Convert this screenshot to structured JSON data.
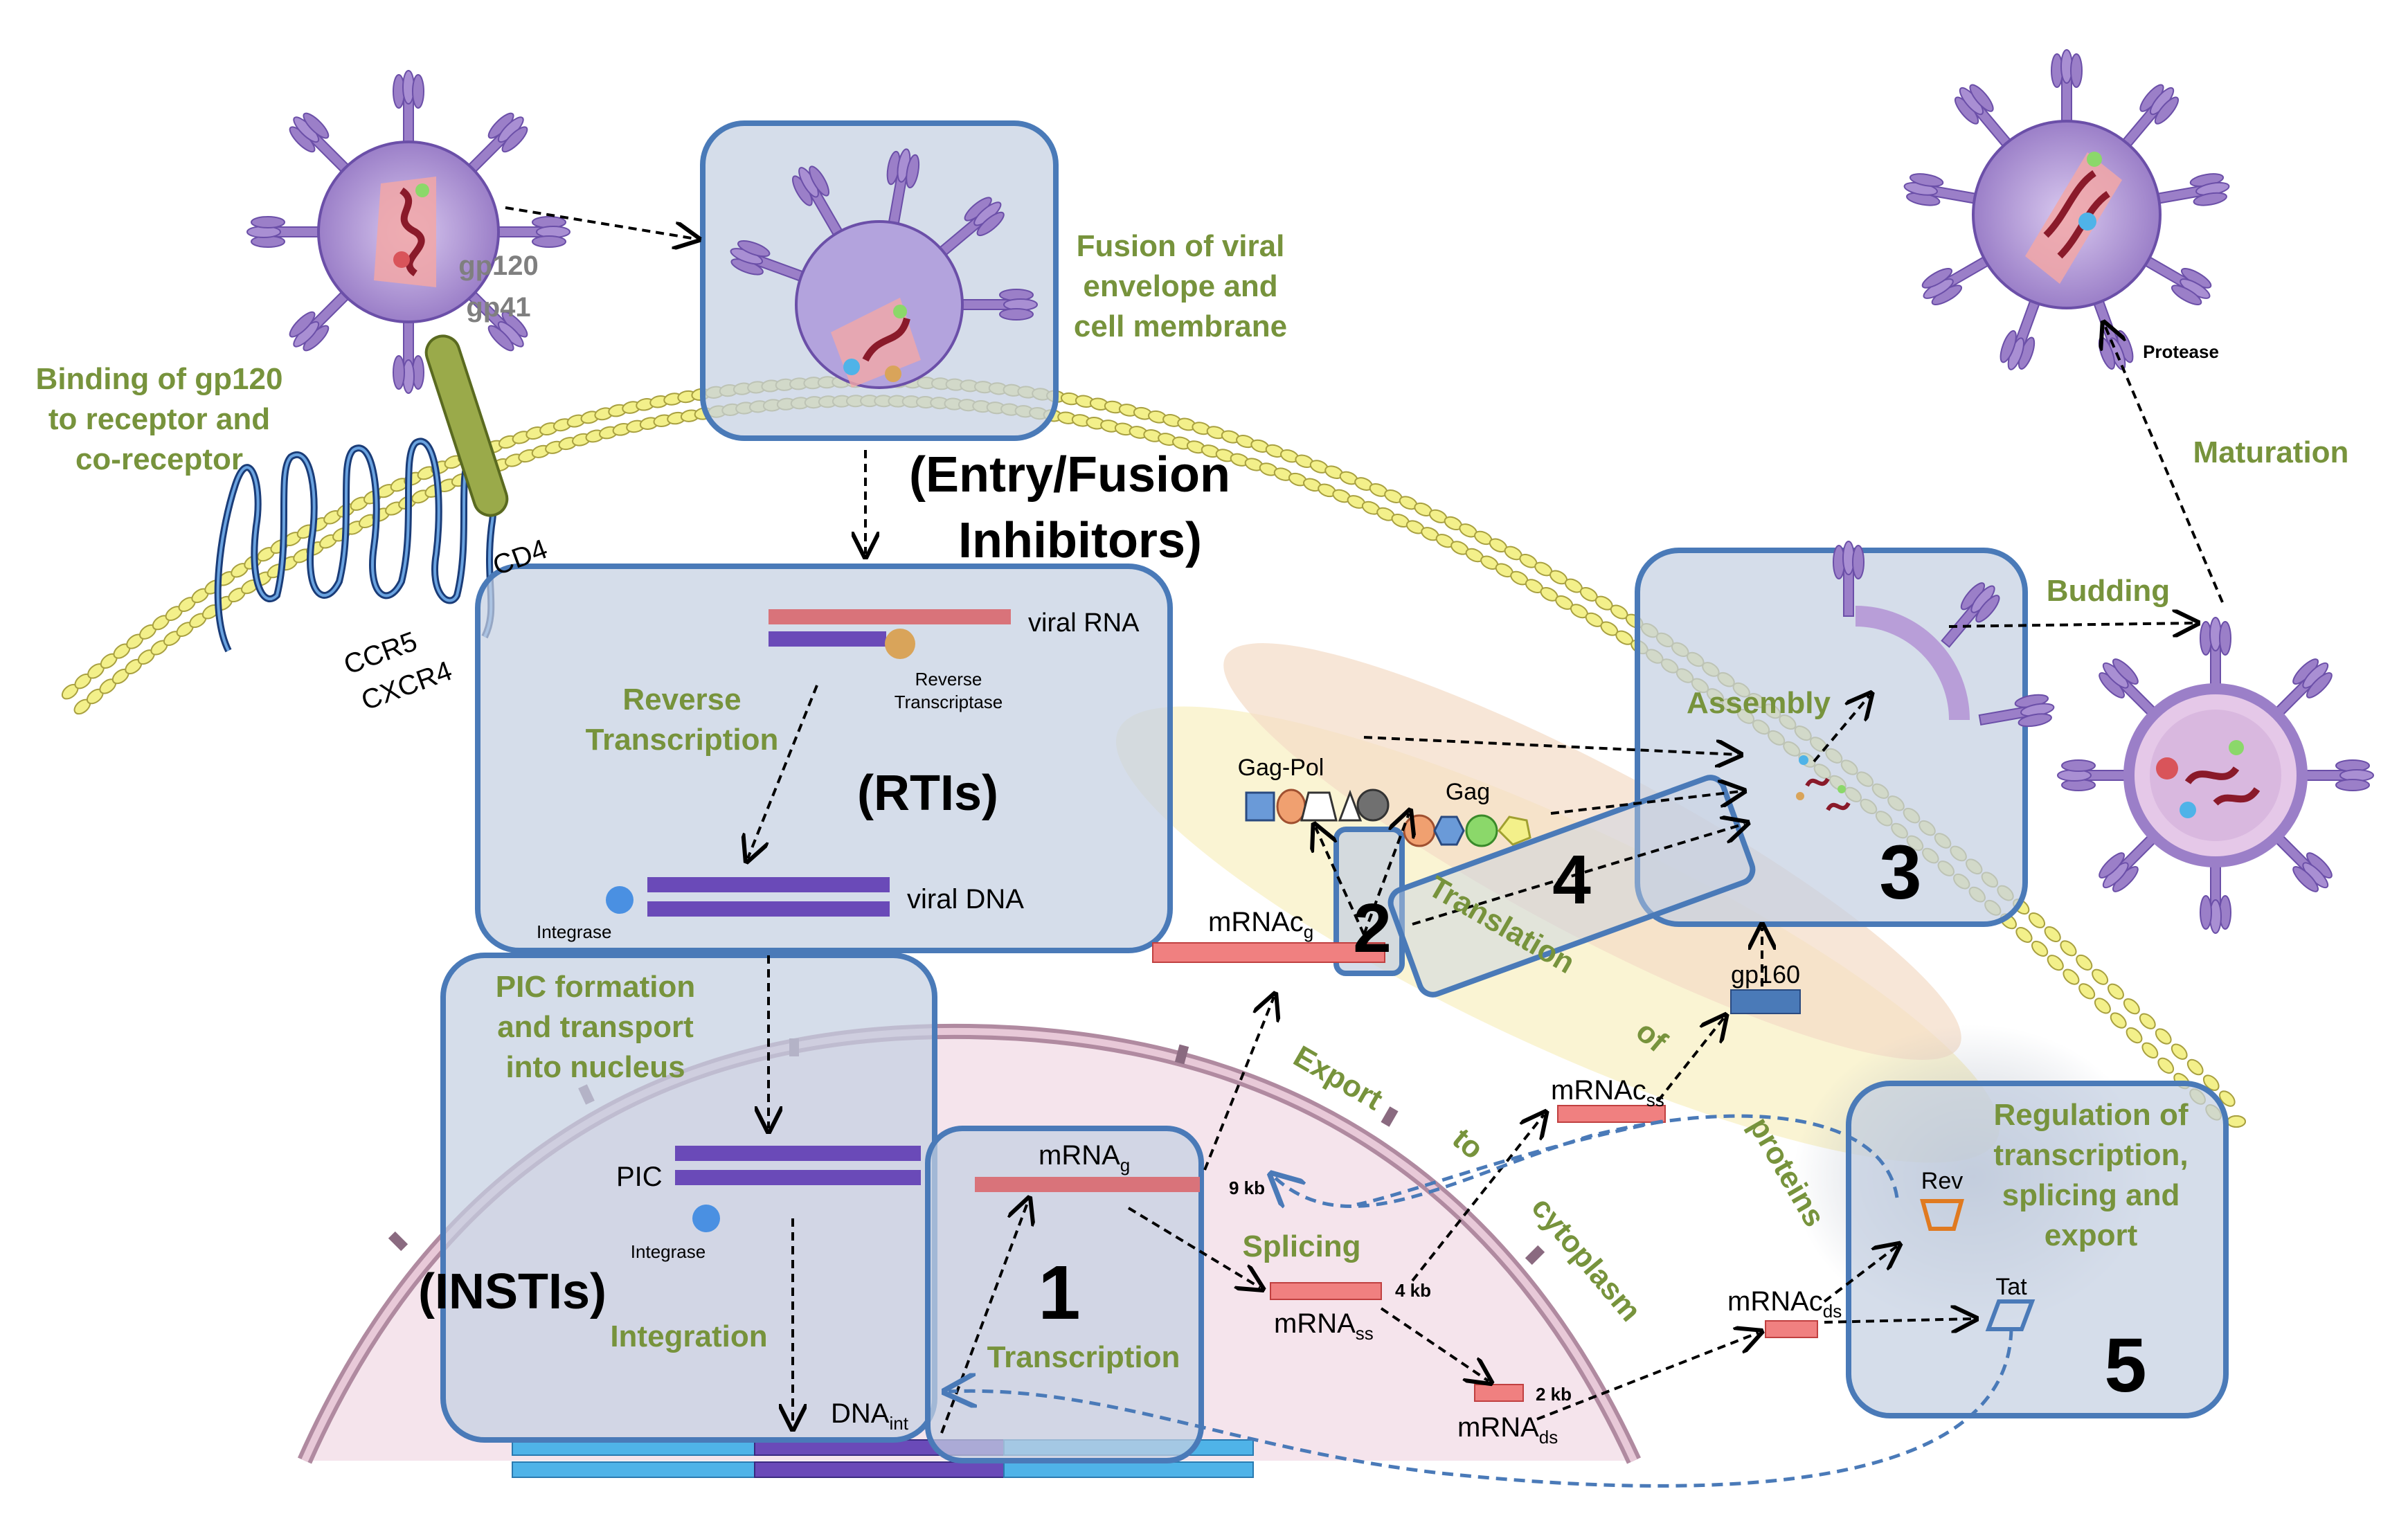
{
  "labels": {
    "gp120": "gp120",
    "gp41": "gp41",
    "binding": [
      "Binding of gp120",
      "to receptor and",
      "co-receptor"
    ],
    "cd4": "CD4",
    "ccr5": "CCR5",
    "cxcr4": "CXCR4",
    "fusion": [
      "Fusion of viral",
      "envelope and",
      "cell membrane"
    ],
    "entry_inhib": [
      "(Entry/Fusion",
      "Inhibitors)"
    ],
    "viral_rna": "viral RNA",
    "reverse_transcriptase": [
      "Reverse",
      "Transcriptase"
    ],
    "reverse_transcription": [
      "Reverse",
      "Transcription"
    ],
    "rtis": "(RTIs)",
    "integrase_1": "Integrase",
    "viral_dna": "viral DNA",
    "pic_formation": [
      "PIC formation",
      "and transport",
      "into nucleus"
    ],
    "pic": "PIC",
    "integrase_2": "Integrase",
    "instis": "(INSTIs)",
    "integration": "Integration",
    "dna_int": "DNA",
    "dna_int_sub": "int",
    "mrna_g": "mRNA",
    "mrna_g_sub": "g",
    "kb9": "9 kb",
    "transcription": "Transcription",
    "step1": "1",
    "splicing": "Splicing",
    "kb4": "4 kb",
    "mrna_ss": "mRNA",
    "mrna_ss_sub": "ss",
    "kb2": "2 kb",
    "mrna_ds": "mRNA",
    "mrna_ds_sub": "ds",
    "mrnac_g": "mRNAc",
    "mrnac_g_sub": "g",
    "step2": "2",
    "gag_pol": "Gag-Pol",
    "gag": "Gag",
    "step4": "4",
    "translation": "Translation",
    "of": "of",
    "proteins": "proteins",
    "export": "Export",
    "to": "to",
    "cytoplasm": "cytoplasm",
    "mrnac_ss": "mRNAc",
    "mrnac_ss_sub": "ss",
    "gp160": "gp160",
    "mrnac_ds": "mRNAc",
    "mrnac_ds_sub": "ds",
    "assembly": "Assembly",
    "step3": "3",
    "budding": "Budding",
    "maturation": "Maturation",
    "protease": "Protease",
    "regulation": [
      "Regulation of",
      "transcription,",
      "splicing and",
      "export"
    ],
    "rev": "Rev",
    "tat": "Tat",
    "step5": "5"
  },
  "colors": {
    "green_label": "#77933c",
    "box_stroke": "#4a7ab8",
    "box_fill": "#c5d0e2",
    "virus_purple": "#9b7fc8",
    "rna_red": "#d9545a",
    "dna_purple": "#6a4ab8",
    "dna_cyan": "#4fb3e8",
    "membrane_yellow": "#f3f08a",
    "nucleus_fill": "#f5e4ec",
    "nucleus_stroke": "#b08aa0"
  }
}
